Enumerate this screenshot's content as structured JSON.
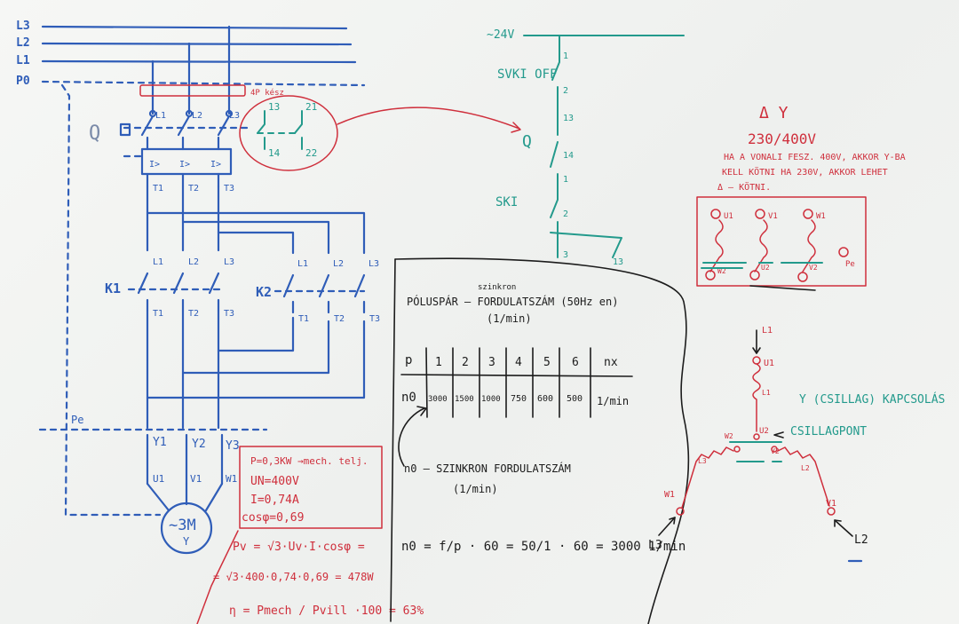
{
  "power_circuit": {
    "lines": [
      "L3",
      "L2",
      "L1",
      "P0"
    ],
    "fourpole_label": "4P kész",
    "breaker": {
      "label": "Q",
      "phases": [
        "L1",
        "L2",
        "L3"
      ],
      "outputs": [
        "T1",
        "T2",
        "T3"
      ],
      "mark": "I>"
    },
    "aux_contacts": [
      "13",
      "21",
      "14",
      "22"
    ],
    "contactor_k1": {
      "label": "K1",
      "inputs": [
        "L1",
        "L2",
        "L3"
      ],
      "outputs": [
        "T1",
        "T2",
        "T3"
      ]
    },
    "contactor_k2": {
      "label": "K2",
      "inputs": [
        "L1",
        "L2",
        "L3"
      ],
      "outputs": [
        "T1",
        "T2",
        "T3"
      ]
    },
    "terminal_y": [
      "Y1",
      "Y2",
      "Y3"
    ],
    "terminal_u": [
      "U1",
      "V1",
      "W1"
    ],
    "pe_label": "Pe",
    "motor_label": "~3M",
    "motor_sub": "Y"
  },
  "control_circuit": {
    "supply": "~24V",
    "switches": [
      "SVKI OFF",
      "Q",
      "SKI"
    ],
    "contacts": [
      "1",
      "2",
      "13",
      "14",
      "1",
      "2",
      "3",
      "13"
    ]
  },
  "motor_data": {
    "p": "P=0,3KW →mech. telj.",
    "un": "UN=400V",
    "i": "I=0,74A",
    "cos": "cosφ=0,69",
    "pv": "Pv = √3·Uv·I·cosφ =",
    "pv_calc": "= √3·400·0,74·0,69 = 478W",
    "eta": "η = Pmech / Pvill ·100 = 63%"
  },
  "speed_table": {
    "superscript": "szinkron",
    "title": "PÓLUSPÁR – FORDULATSZÁM (50Hz en)",
    "unit_line": "(1/min)",
    "header": [
      "p",
      "1",
      "2",
      "3",
      "4",
      "5",
      "6",
      "nx"
    ],
    "row_label": "n0",
    "values": [
      "3000",
      "1500",
      "1000",
      "750",
      "600",
      "500"
    ],
    "row_unit": "1/min",
    "definition": "n0 – SZINKRON FORDULATSZÁM",
    "definition_unit": "(1/min)",
    "formula": "n0 = f/p · 60 = 50/1 · 60 = 3000 1/min"
  },
  "voltage_note": {
    "symbols": "Δ   Y",
    "voltage": "230/400V",
    "text_1": "HA A VONALI FESZ. 400V, AKKOR Y-BA",
    "text_2": "KELL KÖTNI HA 230V, AKKOR LEHET",
    "text_3": "Δ – KÖTNI.",
    "terminals_top": [
      "U1",
      "V1",
      "W1"
    ],
    "terminals_bottom": [
      "W2",
      "U2",
      "V2"
    ],
    "pe": "Pe"
  },
  "star_connection": {
    "title": "Y (CSILLAG) KAPCSOLÁS",
    "star_point": "CSILLAGPONT",
    "lines": [
      "L1",
      "L2",
      "L3"
    ],
    "terminals": [
      "U1",
      "V1",
      "W1",
      "U2",
      "V2",
      "W2"
    ],
    "windings": [
      "L1",
      "L2",
      "L3"
    ]
  }
}
